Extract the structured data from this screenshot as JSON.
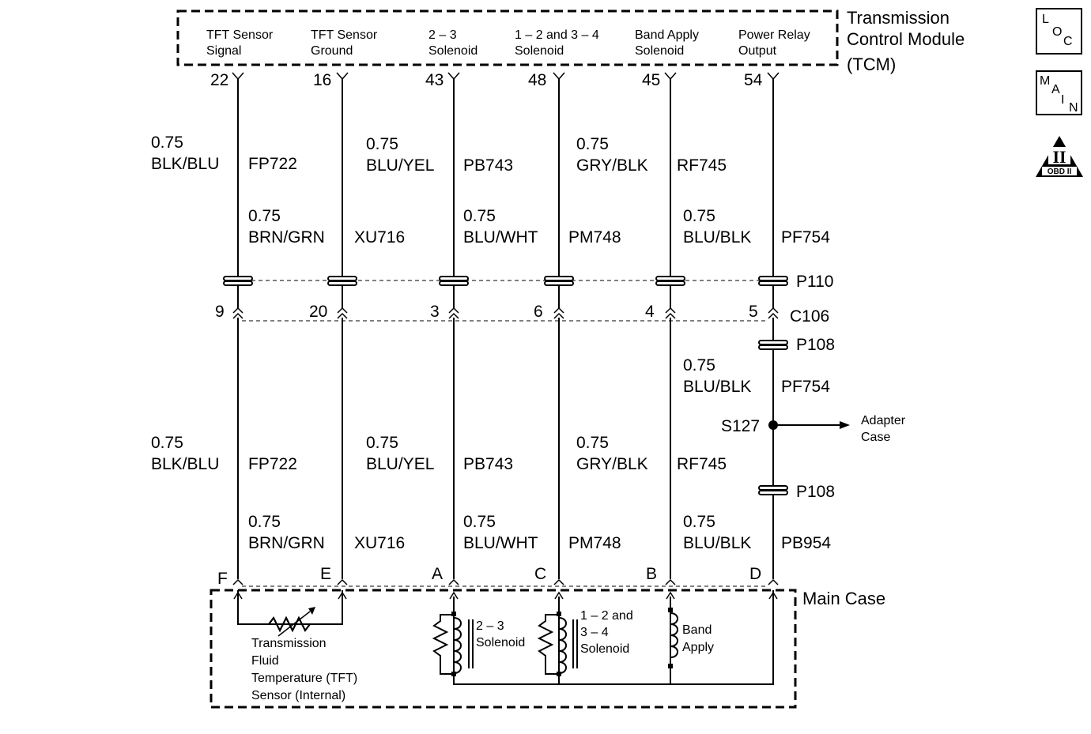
{
  "tcm": {
    "title_lines": [
      "Transmission",
      "Control Module",
      "(TCM)"
    ],
    "functions": [
      {
        "lines": [
          "TFT Sensor",
          "Signal"
        ]
      },
      {
        "lines": [
          "TFT Sensor",
          "Ground"
        ]
      },
      {
        "lines": [
          "2 – 3",
          "Solenoid"
        ]
      },
      {
        "lines": [
          "1 – 2 and 3 – 4",
          "Solenoid"
        ]
      },
      {
        "lines": [
          "Band Apply",
          "Solenoid"
        ]
      },
      {
        "lines": [
          "Power Relay",
          "Output"
        ]
      }
    ],
    "pins": [
      "22",
      "16",
      "43",
      "48",
      "45",
      "54"
    ]
  },
  "wires": {
    "upper": [
      {
        "gauge": "0.75",
        "color": "BLK/BLU",
        "circuit": "FP722"
      },
      {
        "gauge": "0.75",
        "color": "BRN/GRN",
        "circuit": "XU716"
      },
      {
        "gauge": "0.75",
        "color": "BLU/YEL",
        "circuit": "PB743"
      },
      {
        "gauge": "0.75",
        "color": "BLU/WHT",
        "circuit": "PM748"
      },
      {
        "gauge": "0.75",
        "color": "GRY/BLK",
        "circuit": "RF745"
      },
      {
        "gauge": "0.75",
        "color": "BLU/BLK",
        "circuit": "PF754"
      }
    ],
    "lower": [
      {
        "gauge": "0.75",
        "color": "BLK/BLU",
        "circuit": "FP722"
      },
      {
        "gauge": "0.75",
        "color": "BRN/GRN",
        "circuit": "XU716"
      },
      {
        "gauge": "0.75",
        "color": "BLU/YEL",
        "circuit": "PB743"
      },
      {
        "gauge": "0.75",
        "color": "BLU/WHT",
        "circuit": "PM748"
      },
      {
        "gauge": "0.75",
        "color": "GRY/BLK",
        "circuit": "RF745"
      },
      {
        "gauge": "0.75",
        "color": "BLU/BLK",
        "circuit": "PB954"
      }
    ],
    "power_mid": {
      "gauge": "0.75",
      "color": "BLU/BLK",
      "circuit": "PF754"
    }
  },
  "connectors": {
    "p110": "P110",
    "c106": "C106",
    "c106_pins": [
      "9",
      "20",
      "3",
      "6",
      "4",
      "5"
    ],
    "p108_upper": "P108",
    "p108_lower": "P108"
  },
  "splice": {
    "name": "S127",
    "dest_lines": [
      "Adapter",
      "Case"
    ]
  },
  "main_case": {
    "label": "Main Case",
    "pins": [
      "F",
      "E",
      "A",
      "C",
      "B",
      "D"
    ],
    "tft_sensor_lines": [
      "Transmission",
      "Fluid",
      "Temperature (TFT)",
      "Sensor (Internal)"
    ],
    "sol23_lines": [
      "2 – 3",
      "Solenoid"
    ],
    "sol1234_lines": [
      "1 – 2 and",
      "3 – 4",
      "Solenoid"
    ],
    "band_lines": [
      "Band",
      "Apply"
    ]
  },
  "badges": {
    "loc": [
      "L",
      "O",
      "C"
    ],
    "main": [
      "M",
      "A",
      "I",
      "N"
    ],
    "obd_numeral": "II",
    "obd_text": "OBD II"
  }
}
